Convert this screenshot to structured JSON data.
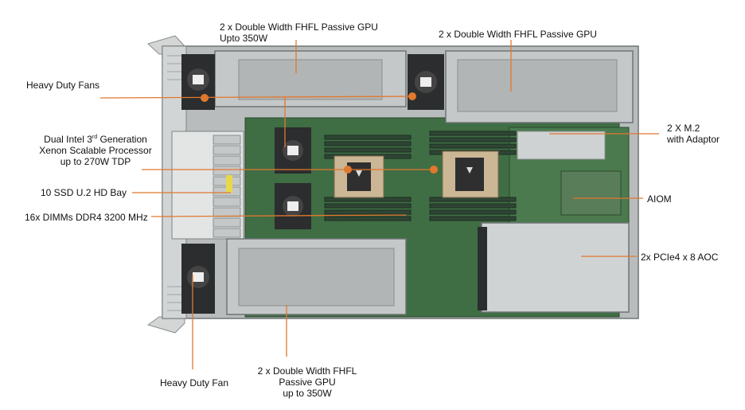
{
  "colors": {
    "leader": "#e0782e",
    "chassis": "#b9bcbd",
    "chassis_dark": "#7d8283",
    "pcb": "#3f6d44",
    "heatsink": "#cbb695",
    "dimm": "#2e4534",
    "fan": "#2b2d2e"
  },
  "labels": {
    "gpu_top_left": {
      "line1": "2 x Double Width FHFL Passive GPU",
      "line2": "Upto 350W"
    },
    "gpu_top_right": {
      "line1": "2 x Double Width FHFL Passive GPU"
    },
    "fans_top": {
      "text": "Heavy Duty Fans"
    },
    "cpu": {
      "line1_pre": "Dual Intel 3",
      "line1_sup": "rd",
      "line1_post": " Generation",
      "line2": "Xenon Scalable Processor",
      "line3": "up to 270W TDP"
    },
    "ssd": {
      "text": "10 SSD U.2 HD Bay"
    },
    "dimm": {
      "text": "16x DIMMs DDR4 3200 MHz"
    },
    "m2": {
      "line1": "2 X M.2",
      "line2": "with Adaptor"
    },
    "aiom": {
      "text": "AIOM"
    },
    "pcie": {
      "text": "2x PCIe4 x 8 AOC"
    },
    "fan_bottom": {
      "text": "Heavy Duty Fan"
    },
    "gpu_bottom": {
      "line1": "2 x Double Width FHFL",
      "line2": "Passive GPU",
      "line3": "up to 350W"
    }
  }
}
